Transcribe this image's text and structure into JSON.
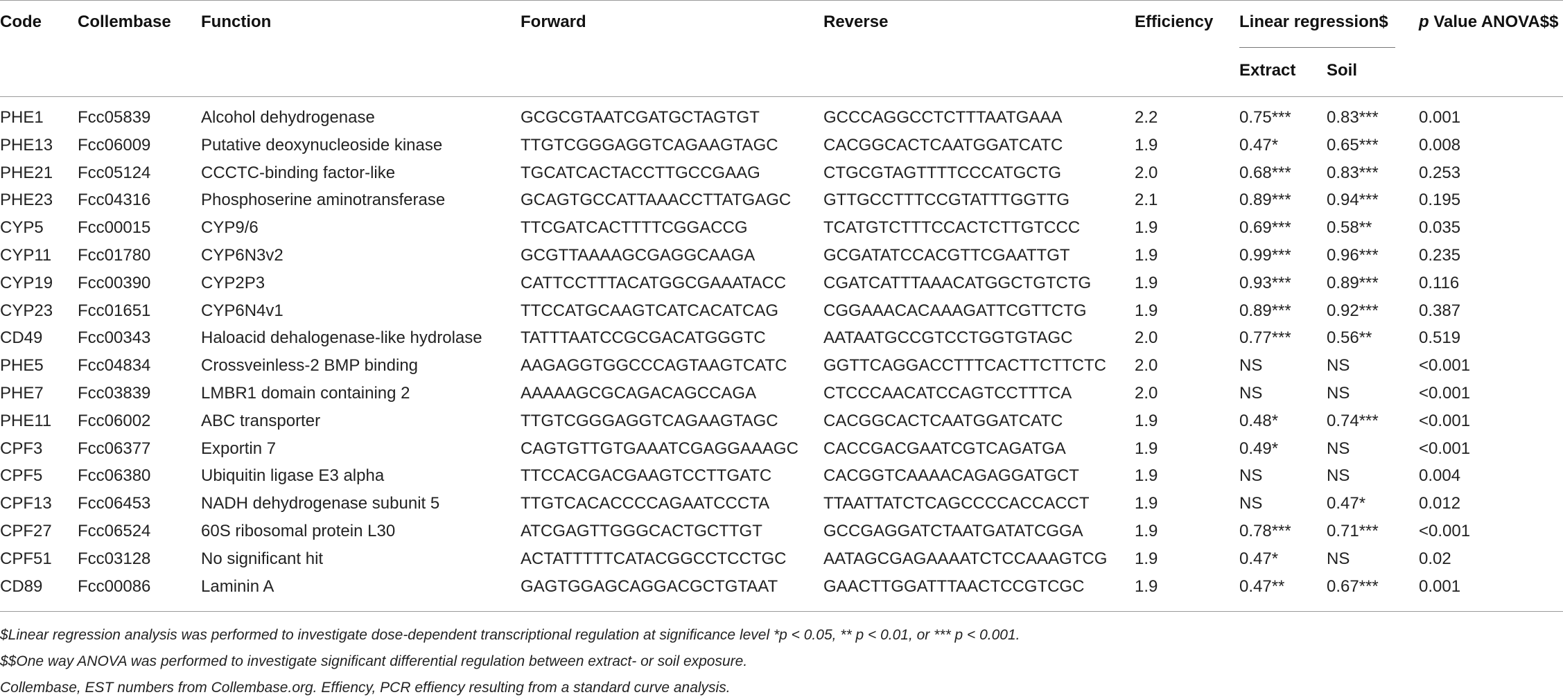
{
  "table": {
    "headers": {
      "code": "Code",
      "collembase": "Collembase",
      "function": "Function",
      "forward": "Forward",
      "reverse": "Reverse",
      "efficiency": "Efficiency",
      "linear_regression": "Linear regression$",
      "extract": "Extract",
      "soil": "Soil",
      "p_value_italic": "p",
      "p_value_rest": " Value ANOVA$$"
    },
    "rows": [
      [
        "PHE1",
        "Fcc05839",
        "Alcohol dehydrogenase",
        "GCGCGTAATCGATGCTAGTGT",
        "GCCCAGGCCTCTTTAATGAAA",
        "2.2",
        "0.75***",
        "0.83***",
        "0.001"
      ],
      [
        "PHE13",
        "Fcc06009",
        "Putative deoxynucleoside kinase",
        "TTGTCGGGAGGTCAGAAGTAGC",
        "CACGGCACTCAATGGATCATC",
        "1.9",
        "0.47*",
        "0.65***",
        "0.008"
      ],
      [
        "PHE21",
        "Fcc05124",
        "CCCTC-binding factor-like",
        "TGCATCACTACCTTGCCGAAG",
        "CTGCGTAGTTTTCCCATGCTG",
        "2.0",
        "0.68***",
        "0.83***",
        "0.253"
      ],
      [
        "PHE23",
        "Fcc04316",
        "Phosphoserine aminotransferase",
        "GCAGTGCCATTAAACCTTATGAGC",
        "GTTGCCTTTCCGTATTTGGTTG",
        "2.1",
        "0.89***",
        "0.94***",
        "0.195"
      ],
      [
        "CYP5",
        "Fcc00015",
        "CYP9/6",
        "TTCGATCACTTTTCGGACCG",
        "TCATGTCTTTCCACTCTTGTCCC",
        "1.9",
        "0.69***",
        "0.58**",
        "0.035"
      ],
      [
        "CYP11",
        "Fcc01780",
        "CYP6N3v2",
        "GCGTTAAAAGCGAGGCAAGA",
        "GCGATATCCACGTTCGAATTGT",
        "1.9",
        "0.99***",
        "0.96***",
        "0.235"
      ],
      [
        "CYP19",
        "Fcc00390",
        "CYP2P3",
        "CATTCCTTTACATGGCGAAATACC",
        "CGATCATTTAAACATGGCTGTCTG",
        "1.9",
        "0.93***",
        "0.89***",
        "0.116"
      ],
      [
        "CYP23",
        "Fcc01651",
        "CYP6N4v1",
        "TTCCATGCAAGTCATCACATCAG",
        "CGGAAACACAAAGATTCGTTCTG",
        "1.9",
        "0.89***",
        "0.92***",
        "0.387"
      ],
      [
        "CD49",
        "Fcc00343",
        "Haloacid dehalogenase-like hydrolase",
        "TATTTAATCCGCGACATGGGTC",
        "AATAATGCCGTCCTGGTGTAGC",
        "2.0",
        "0.77***",
        "0.56**",
        "0.519"
      ],
      [
        "PHE5",
        "Fcc04834",
        "Crossveinless-2 BMP binding",
        "AAGAGGTGGCCCAGTAAGTCATC",
        "GGTTCAGGACCTTTCACTTCTTCTC",
        "2.0",
        "NS",
        "NS",
        "<0.001"
      ],
      [
        "PHE7",
        "Fcc03839",
        "LMBR1 domain containing 2",
        "AAAAAGCGCAGACAGCCAGA",
        "CTCCCAACATCCAGTCCTTTCA",
        "2.0",
        "NS",
        "NS",
        "<0.001"
      ],
      [
        "PHE11",
        "Fcc06002",
        "ABC transporter",
        "TTGTCGGGAGGTCAGAAGTAGC",
        "CACGGCACTCAATGGATCATC",
        "1.9",
        "0.48*",
        "0.74***",
        "<0.001"
      ],
      [
        "CPF3",
        "Fcc06377",
        "Exportin 7",
        "CAGTGTTGTGAAATCGAGGAAAGC",
        "CACCGACGAATCGTCAGATGA",
        "1.9",
        "0.49*",
        "NS",
        "<0.001"
      ],
      [
        "CPF5",
        "Fcc06380",
        "Ubiquitin ligase E3 alpha",
        "TTCCACGACGAAGTCCTTGATC",
        "CACGGTCAAAACAGAGGATGCT",
        "1.9",
        "NS",
        "NS",
        "0.004"
      ],
      [
        "CPF13",
        "Fcc06453",
        "NADH dehydrogenase subunit 5",
        "TTGTCACACCCCAGAATCCCTA",
        "TTAATTATCTCAGCCCCACCACCT",
        "1.9",
        "NS",
        "0.47*",
        "0.012"
      ],
      [
        "CPF27",
        "Fcc06524",
        "60S ribosomal protein L30",
        "ATCGAGTTGGGCACTGCTTGT",
        "GCCGAGGATCTAATGATATCGGA",
        "1.9",
        "0.78***",
        "0.71***",
        "<0.001"
      ],
      [
        "CPF51",
        "Fcc03128",
        "No significant hit",
        "ACTATTTTTCATACGGCCTCCTGC",
        "AATAGCGAGAAAATCTCCAAAGTCG",
        "1.9",
        "0.47*",
        "NS",
        "0.02"
      ],
      [
        "CD89",
        "Fcc00086",
        "Laminin A",
        "GAGTGGAGCAGGACGCTGTAAT",
        "GAACTTGGATTTAACTCCGTCGC",
        "1.9",
        "0.47**",
        "0.67***",
        "0.001"
      ]
    ]
  },
  "footnotes": [
    "$Linear regression analysis was performed to investigate dose-dependent transcriptional regulation at significance level *p < 0.05, ** p <  0.01, or *** p < 0.001.",
    "$$One way ANOVA was performed to investigate significant differential regulation between extract- or soil exposure.",
    "Collembase, EST numbers from Collembase.org. Effiency, PCR effiency resulting from a standard curve analysis."
  ]
}
